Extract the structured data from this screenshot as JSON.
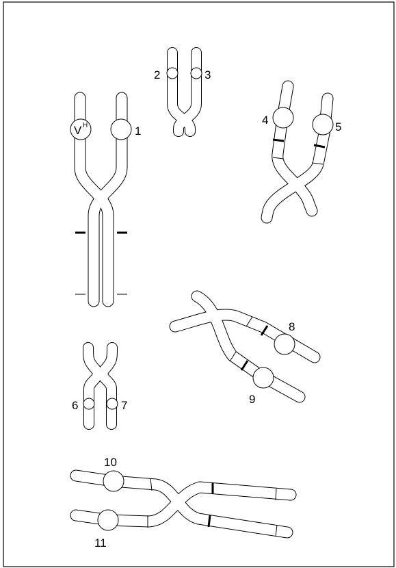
{
  "diagram": {
    "gene_label": "V",
    "gene_label_superscript": "H",
    "marker_labels": [
      "1",
      "2",
      "3",
      "4",
      "5",
      "6",
      "7",
      "8",
      "9",
      "10",
      "11"
    ]
  },
  "colors": {
    "outline": "#000000",
    "background": "#ffffff"
  }
}
